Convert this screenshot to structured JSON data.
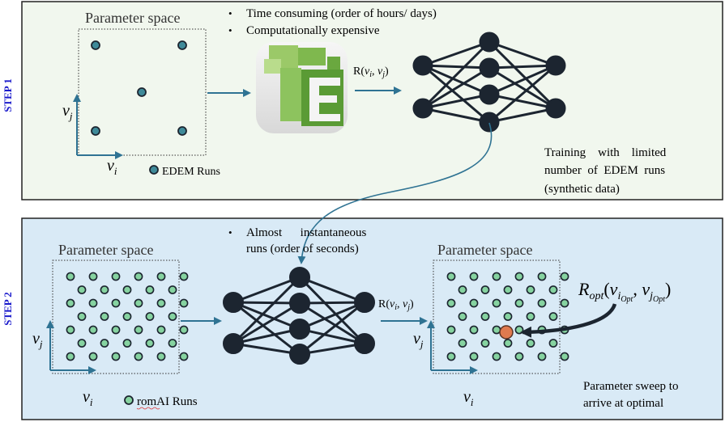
{
  "step1": {
    "label": "STEP 1",
    "param_space_title": "Parameter space",
    "bullets": [
      "Time consuming (order of hours/ days)",
      "Computationally expensive"
    ],
    "arrow_label": "R(v",
    "axis_x": "v",
    "axis_x_sub": "i",
    "axis_y": "v",
    "axis_y_sub": "j",
    "legend": "EDEM Runs",
    "note_lines": [
      "Training    with    limited",
      "number  of  EDEM  runs",
      "(synthetic data)"
    ]
  },
  "step2": {
    "label": "STEP 2",
    "param_space_title_left": "Parameter space",
    "param_space_title_right": "Parameter space",
    "bullet_lines": [
      "Almost      instantaneous",
      "runs (order of seconds)"
    ],
    "legend": "romAI Runs",
    "optimum_label": "R",
    "optimum_sub": "opt",
    "note_lines": [
      "Parameter sweep to",
      "arrive at optimal"
    ]
  },
  "colors": {
    "step1_bg": "#f1f7ee",
    "step2_bg": "#d9eaf6",
    "arrow": "#2f7393",
    "node": "#1c2530",
    "edem_point": "#3f8a99",
    "romai_point": "#86d3a0",
    "optimum_point": "#e07a4f",
    "step_label": "#1a1acc"
  },
  "icons": [
    "edem-logo-icon"
  ]
}
